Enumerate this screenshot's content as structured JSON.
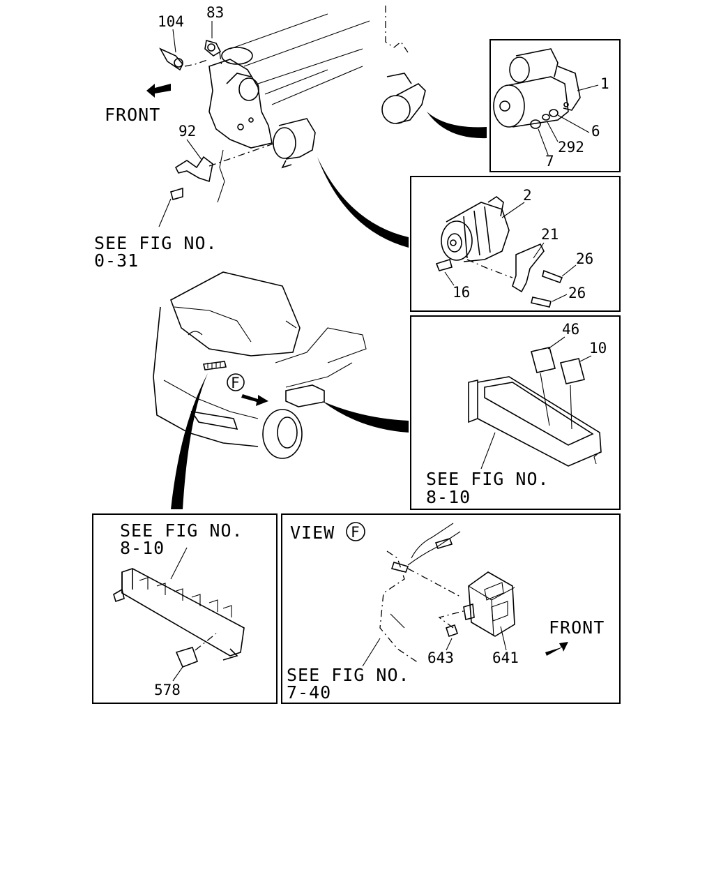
{
  "labels": {
    "front_top": "FRONT",
    "front_view": "FRONT",
    "see_fig_1": "SEE FIG NO.",
    "see_fig_1_num": "0-31",
    "see_fig_2": "SEE FIG NO.",
    "see_fig_2_num": "8-10",
    "see_fig_3": "SEE FIG NO.",
    "see_fig_3_num": "8-10",
    "see_fig_4": "SEE FIG NO.",
    "see_fig_4_num": "7-40",
    "view": "VIEW",
    "view_letter": "F",
    "view_marker": "F"
  },
  "parts": {
    "p104": "104",
    "p83": "83",
    "p92": "92",
    "p1": "1",
    "p6": "6",
    "p7": "7",
    "p292": "292",
    "p2": "2",
    "p21": "21",
    "p26a": "26",
    "p26b": "26",
    "p16": "16",
    "p46": "46",
    "p10": "10",
    "p578": "578",
    "p643": "643",
    "p641": "641"
  }
}
